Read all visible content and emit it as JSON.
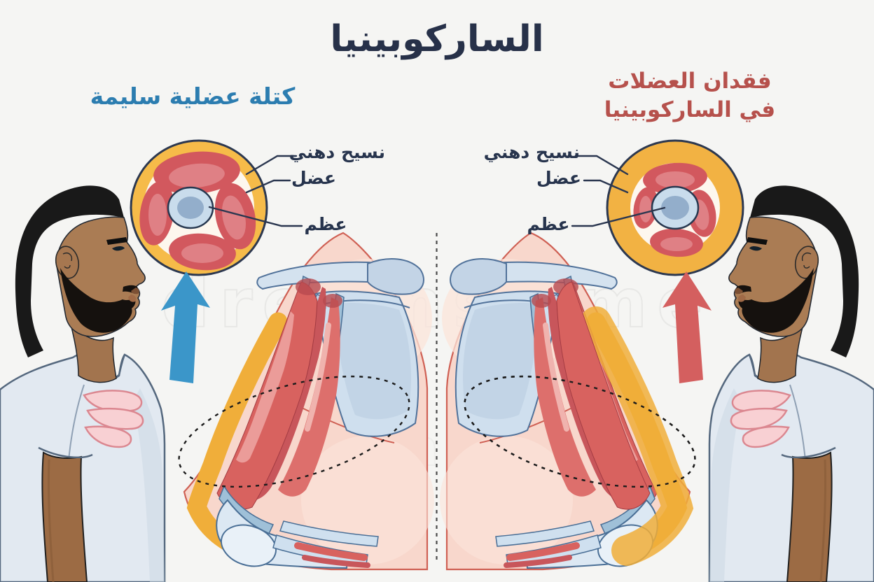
{
  "title": {
    "text": "الساركوبينيا",
    "color": "#273149"
  },
  "watermark": "dreamstime",
  "healthy": {
    "heading": "كتلة عضلية سليمة",
    "heading_color": "#2c7db0",
    "arrow": {
      "icon": "up-arrow",
      "color": "#3b96c9"
    },
    "labels": {
      "fat_tissue": "نسيح دهني",
      "muscle": "عضل",
      "bone": "عظم"
    }
  },
  "sarcopenia": {
    "heading_lines": [
      "فقدان العضلات",
      "في الساركوبينيا"
    ],
    "heading_color": "#b6514c",
    "arrow": {
      "icon": "up-arrow",
      "color": "#d45f5f"
    },
    "labels": {
      "fat_tissue": "نسيح دهني",
      "muscle": "عضل",
      "bone": "عظم"
    }
  },
  "palette": {
    "background": "#f5f5f3",
    "fat_ring": "#f2b243",
    "muscle_red": "#d2585e",
    "bone_outer": "#c9dcec",
    "bone_inner": "#93aecb",
    "skin_anatomy": "#f8d7cc",
    "skin_man": "#a87a52",
    "shirt": "#e2e9f1",
    "outline_navy": "#2b3750",
    "divider_gray": "#4a4a4a"
  }
}
